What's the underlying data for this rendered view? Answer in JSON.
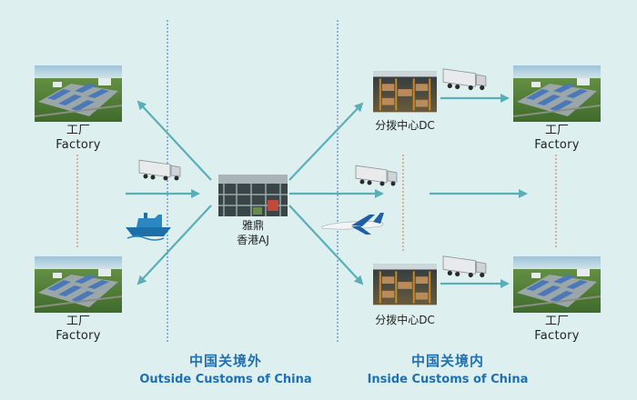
{
  "colors": {
    "background": "#ddf0ef",
    "arrow": "#5aaeb8",
    "divider": "#3a6fc4",
    "connector": "#e0664a",
    "zone_text": "#1f6fb5"
  },
  "nodes": {
    "factory_top_left": {
      "cn": "工厂",
      "en": "Factory",
      "icon": "factory-icon"
    },
    "factory_bottom_left": {
      "cn": "工厂",
      "en": "Factory",
      "icon": "factory-icon"
    },
    "hub": {
      "line1": "雅鼎",
      "line2": "香港AJ",
      "icon": "warehouse-icon"
    },
    "dc_top": {
      "label": "分拨中心DC",
      "icon": "warehouse-icon"
    },
    "dc_bottom": {
      "label": "分拨中心DC",
      "icon": "warehouse-icon"
    },
    "factory_top_right": {
      "cn": "工厂",
      "en": "Factory",
      "icon": "factory-icon"
    },
    "factory_bottom_right": {
      "cn": "工厂",
      "en": "Factory",
      "icon": "factory-icon"
    }
  },
  "transport_icons": [
    "truck-icon",
    "ship-icon",
    "airplane-icon"
  ],
  "zones": {
    "outside": {
      "cn": "中国关境外",
      "en": "Outside Customs of China"
    },
    "inside": {
      "cn": "中国关境内",
      "en": "Inside Customs of China"
    }
  }
}
